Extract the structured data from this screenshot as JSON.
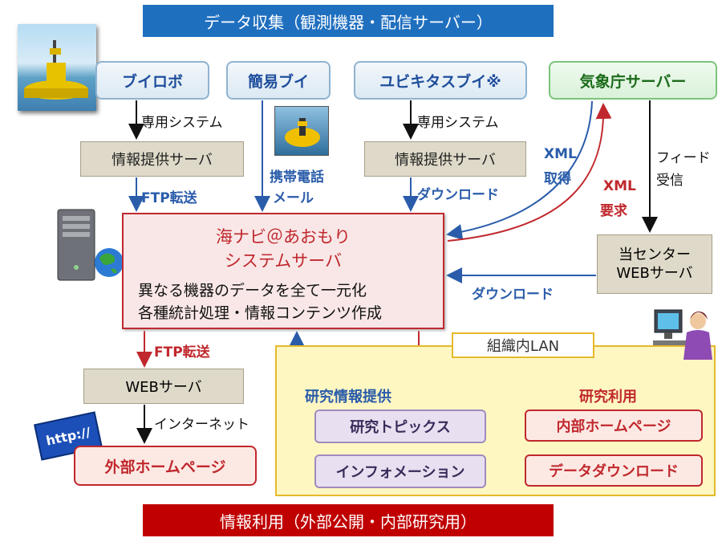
{
  "banner_top": "データ収集（観測機器・配信サーバー）",
  "banner_bottom": "情報利用（外部公開・内部研究用）",
  "sources": {
    "buoy_robot": "ブイロボ",
    "simple_buoy": "簡易ブイ",
    "ubiquitous_buoy": "ユビキタスブイ※",
    "jma_server": "気象庁サーバー"
  },
  "info_server": "情報提供サーバ",
  "labels": {
    "dedicated_1": "専用システム",
    "dedicated_2": "専用システム",
    "ftp_1": "FTP転送",
    "mobile_mail_1": "携帯電話",
    "mobile_mail_2": "メール",
    "download_1": "ダウンロード",
    "xml_get_1": "XML",
    "xml_get_2": "取得",
    "xml_req_1": "XML",
    "xml_req_2": "要求",
    "feed_1": "フィード",
    "feed_2": "受信",
    "download_2": "ダウンロード",
    "ftp_2": "FTP転送",
    "internet": "インターネット"
  },
  "main_system": {
    "title_1": "海ナビ＠あおもり",
    "title_2": "システムサーバ",
    "desc_1": "異なる機器のデータを全て一元化",
    "desc_2": "各種統計処理・情報コンテンツ作成"
  },
  "center_web": {
    "line_1": "当センター",
    "line_2": "WEBサーバ"
  },
  "web_server": "WEBサーバ",
  "external_homepage": "外部ホームページ",
  "lan": {
    "label": "組織内LAN",
    "research_info": "研究情報提供",
    "research_use": "研究利用",
    "topics": "研究トピックス",
    "information": "インフォメーション",
    "internal_homepage": "内部ホームページ",
    "data_download": "データダウンロード"
  },
  "http_badge": "http://",
  "colors": {
    "blue_banner": "#1f6fbf",
    "red_banner": "#c00000",
    "blue_arrow": "#2a5caa",
    "red_arrow": "#c0282d"
  }
}
